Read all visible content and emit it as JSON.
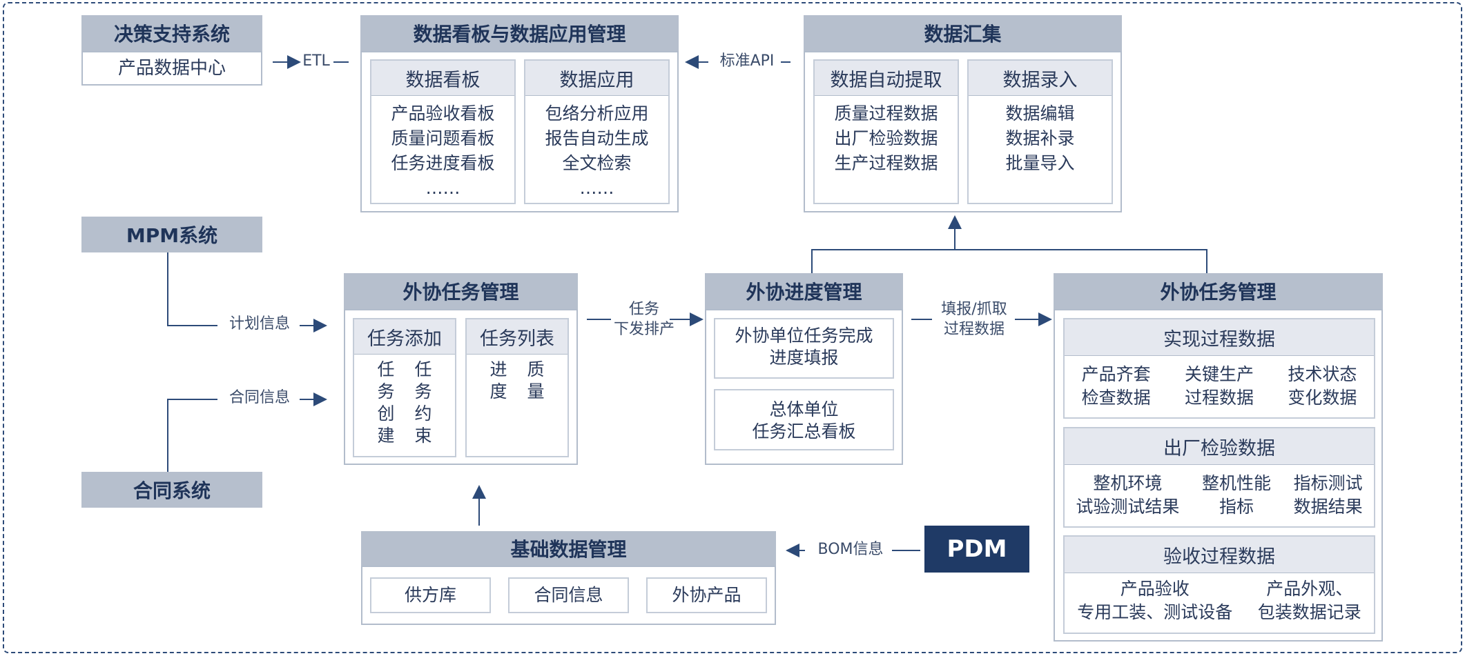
{
  "decision": {
    "title": "决策支持系统",
    "item": "产品数据中心"
  },
  "dashboard": {
    "title": "数据看板与数据应用管理",
    "col1": {
      "title": "数据看板",
      "items": [
        "产品验收看板",
        "质量问题看板",
        "任务进度看板",
        "……"
      ]
    },
    "col2": {
      "title": "数据应用",
      "items": [
        "包络分析应用",
        "报告自动生成",
        "全文检索",
        "……"
      ]
    }
  },
  "collect": {
    "title": "数据汇集",
    "col1": {
      "title": "数据自动提取",
      "items": [
        "质量过程数据",
        "出厂检验数据",
        "生产过程数据"
      ]
    },
    "col2": {
      "title": "数据录入",
      "items": [
        "数据编辑",
        "数据补录",
        "批量导入"
      ]
    }
  },
  "mpm": {
    "title": "MPM系统"
  },
  "contract_sys": {
    "title": "合同系统"
  },
  "task_mgmt": {
    "title": "外协任务管理",
    "add": {
      "title": "任务添加",
      "chars": [
        [
          "任",
          "任"
        ],
        [
          "务",
          "务"
        ],
        [
          "创",
          "约"
        ],
        [
          "建",
          "束"
        ]
      ]
    },
    "list": {
      "title": "任务列表",
      "chars": [
        [
          "进",
          "质"
        ],
        [
          "度",
          "量"
        ]
      ]
    }
  },
  "progress": {
    "title": "外协进度管理",
    "box1": [
      "外协单位任务完成",
      "进度填报"
    ],
    "box2": [
      "总体单位",
      "任务汇总看板"
    ]
  },
  "right_mgmt": {
    "title": "外协任务管理",
    "sec1": {
      "title": "实现过程数据",
      "items": [
        [
          "产品齐套",
          "检查数据"
        ],
        [
          "关键生产",
          "过程数据"
        ],
        [
          "技术状态",
          "变化数据"
        ]
      ]
    },
    "sec2": {
      "title": "出厂检验数据",
      "items": [
        [
          "整机环境",
          "试验测试结果"
        ],
        [
          "整机性能",
          "指标"
        ],
        [
          "指标测试",
          "数据结果"
        ]
      ]
    },
    "sec3": {
      "title": "验收过程数据",
      "items": [
        [
          "产品验收",
          "专用工装、测试设备"
        ],
        [
          "产品外观、",
          "包装数据记录"
        ]
      ]
    }
  },
  "basic": {
    "title": "基础数据管理",
    "items": [
      "供方库",
      "合同信息",
      "外协产品"
    ]
  },
  "pdm": {
    "title": "PDM"
  },
  "labels": {
    "etl": "ETL",
    "api": "标准API",
    "plan": "计划信息",
    "contract": "合同信息",
    "issue1": "任务",
    "issue2": "下发排产",
    "fill1": "填报/抓取",
    "fill2": "过程数据",
    "bom": "BOM信息"
  },
  "colors": {
    "header": "#b6bfcd",
    "frame": "#b2bccb",
    "line": "#2c4a78",
    "pdm": "#1f3a66"
  }
}
